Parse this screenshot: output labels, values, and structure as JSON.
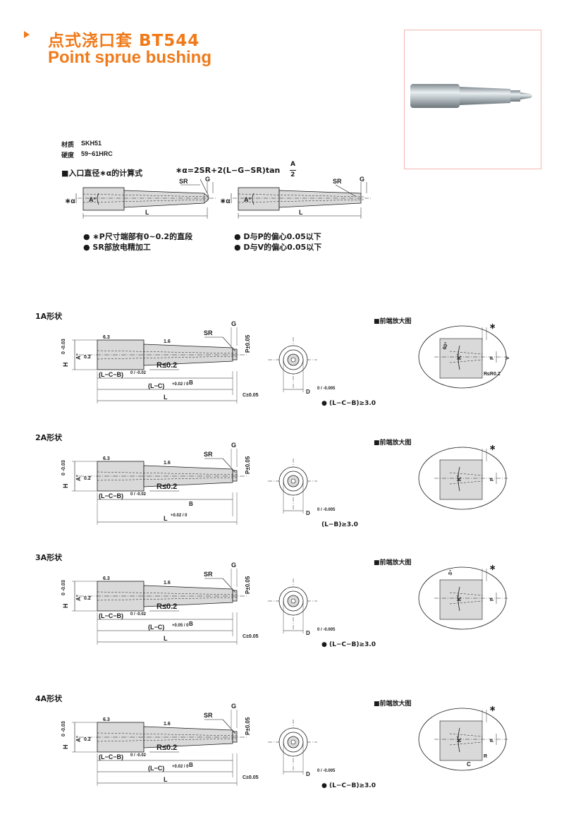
{
  "header": {
    "title_cn": "点式浇口套 BT544",
    "title_en": "Point sprue bushing"
  },
  "specs": {
    "material_label": "材质",
    "material_value": "SKH51",
    "hardness_label": "硬度",
    "hardness_value": "59~61HRC"
  },
  "formula": {
    "heading": "■入口直径∗α的计算式",
    "expression": "∗α=2SR+2(L−G−SR)tan",
    "frac_num": "A",
    "frac_den": "2"
  },
  "notes": [
    "● ∗P尺寸端部有0~0.2的直段",
    "● SR部放电精加工",
    "● D与P的偏心0.05以下",
    "● D与V的偏心0.05以下"
  ],
  "top_diagram": {
    "alpha": "∗α",
    "a_deg": "A°",
    "sr": "SR",
    "g": "G",
    "l": "L"
  },
  "sections": [
    {
      "label": "1A形状",
      "h": "H",
      "h_tol": "0\n-0.03",
      "a": "A°",
      "r02": "0.2",
      "r_le": "R≤0.2",
      "lcb": "(L−C−B)",
      "lcb_tol": "0 / -0.02",
      "lc": "(L−C)",
      "lc_tol": "+0.02 / 0",
      "b": "B",
      "l": "L",
      "l_tol": "",
      "c": "C±0.05",
      "p": "P±0.05",
      "sr": "SR",
      "g": "G",
      "rough1": "6.3",
      "rough2": "1.6",
      "d": "D",
      "d_tol": "0 / -0.005",
      "cond": "● (L−C−B)≥3.0",
      "detail_title": "■前端放大图",
      "detail": {
        "star": "∗",
        "k": "K°",
        "deg60": "60°",
        "p": "P",
        "v": "V",
        "r": "R≤R0.2"
      }
    },
    {
      "label": "2A形状",
      "h": "H",
      "h_tol": "0\n-0.03",
      "a": "A°",
      "r02": "0.2",
      "r_le": "R≤0.2",
      "lcb": "(L−C−B)",
      "lcb_tol": "0 / -0.02",
      "lc": "",
      "lc_tol": "",
      "b": "B",
      "l": "L",
      "l_tol": "+0.02 / 0",
      "c": "",
      "p": "P±0.05",
      "sr": "SR",
      "g": "G",
      "rough1": "6.3",
      "rough2": "1.6",
      "d": "D",
      "d_tol": "0 / -0.005",
      "cond": "(L−B)≥3.0",
      "detail_title": "■前端放大图",
      "detail": {
        "star": "∗",
        "k": "K°",
        "p": "P"
      }
    },
    {
      "label": "3A形状",
      "h": "H",
      "h_tol": "0\n-0.03",
      "a": "A°",
      "r02": "0.2",
      "r_le": "R≤0.2",
      "lcb": "(L−C−B)",
      "lcb_tol": "0 / -0.02",
      "lc": "(L−C)",
      "lc_tol": "+0.05 / 0",
      "b": "B",
      "l": "L",
      "l_tol": "",
      "c": "C±0.05",
      "p": "P±0.05",
      "sr": "SR",
      "g": "G",
      "rough1": "6.3",
      "rough2": "1.6",
      "d": "D",
      "d_tol": "0 / -0.005",
      "cond": "● (L−C−B)≥3.0",
      "detail_title": "■前端放大图",
      "detail": {
        "star": "∗",
        "k": "K°",
        "s": "S°",
        "p": "P"
      }
    },
    {
      "label": "4A形状",
      "h": "H",
      "h_tol": "0\n-0.03",
      "a": "A°",
      "r02": "0.2",
      "r_le": "R≤0.2",
      "lcb": "(L−C−B)",
      "lcb_tol": "0 / -0.02",
      "lc": "(L−C)",
      "lc_tol": "+0.02 / 0",
      "b": "B",
      "l": "L",
      "l_tol": "",
      "c": "C±0.05",
      "p": "P±0.05",
      "sr": "SR",
      "g": "G",
      "rough1": "6.3",
      "rough2": "1.6",
      "d": "D",
      "d_tol": "0 / -0.005",
      "cond": "● (L−C−B)≥3.0",
      "detail_title": "■前端放大图",
      "detail": {
        "star": "∗",
        "k": "K°",
        "p": "P",
        "c": "C",
        "r": "R"
      }
    }
  ],
  "colors": {
    "accent": "#f07a1a",
    "photo_border": "#f3b7b1",
    "part_fill": "#d9d9d9"
  }
}
